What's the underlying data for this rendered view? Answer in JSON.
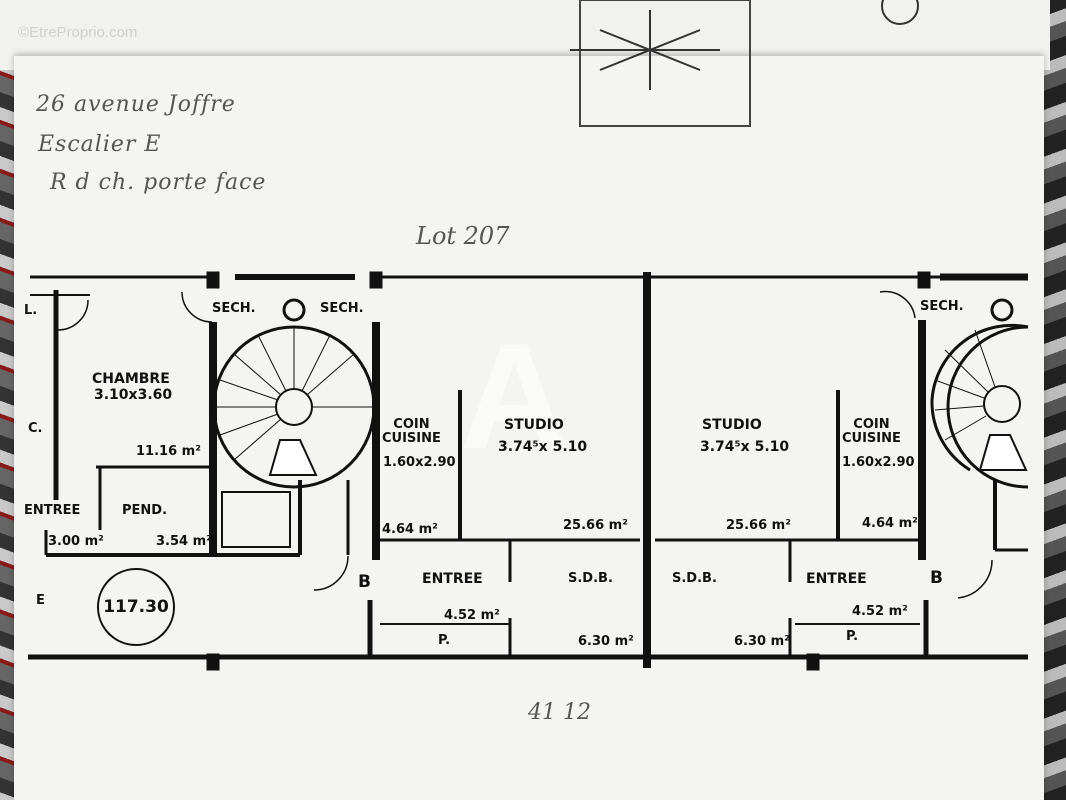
{
  "watermark": "©EtreProprio.com",
  "handwriting": {
    "address": "26 avenue Joffre",
    "staircase": "Escalier E",
    "floor": "R d ch. porte face",
    "lot": "Lot 207",
    "bottom": "41 12"
  },
  "total_area": "117.30",
  "rooms": {
    "chambre": {
      "name": "CHAMBRE",
      "dims": "3.10x3.60",
      "area": "11.16 m²"
    },
    "entree_left": {
      "name": "ENTREE",
      "area": "3.00 m²"
    },
    "pend": {
      "name": "PEND.",
      "area": "3.54 m²"
    },
    "sech_1": "SECH.",
    "sech_2": "SECH.",
    "sech_3": "SECH.",
    "coin_cuisine_left": {
      "name": "COIN\nCUISINE",
      "dims": "1.60x2.90",
      "area": "4.64 m²"
    },
    "studio_left": {
      "name": "STUDIO",
      "dims": "3.74⁵x 5.10",
      "area": "25.66 m²"
    },
    "studio_right": {
      "name": "STUDIO",
      "dims": "3.74⁵x 5.10",
      "area": "25.66 m²"
    },
    "coin_cuisine_right": {
      "name": "COIN\nCUISINE",
      "dims": "1.60x2.90",
      "area": "4.64 m²"
    },
    "entree_mid": {
      "name": "ENTREE",
      "area": "4.52 m²"
    },
    "sdb_left": {
      "name": "S.D.B.",
      "area": "6.30 m²"
    },
    "sdb_right": {
      "name": "S.D.B.",
      "area": "6.30 m²"
    },
    "entree_right": {
      "name": "ENTREE",
      "area": "4.52 m²"
    },
    "b_left": "B",
    "b_right": "B",
    "p_left": "P.",
    "p_right": "P.",
    "l_label": "L.",
    "c_label": "C.",
    "e_label": "E"
  }
}
